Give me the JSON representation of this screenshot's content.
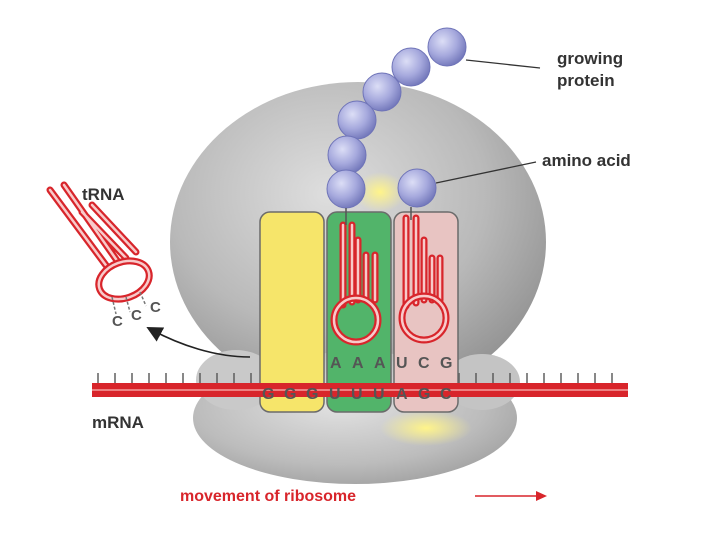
{
  "labels": {
    "growing_protein_line1": "growing",
    "growing_protein_line2": "protein",
    "amino_acid": "amino acid",
    "trna": "tRNA",
    "mrna": "mRNA",
    "caption": "movement of ribosome"
  },
  "codons": {
    "mrna_bases": [
      "G",
      "G",
      "G",
      "U",
      "U",
      "U",
      "A",
      "G",
      "C"
    ],
    "anticodon_green": [
      "A",
      "A",
      "A"
    ],
    "anticodon_pink": [
      "U",
      "C",
      "G"
    ],
    "exiting_trna_bases": [
      "C",
      "C",
      "C"
    ]
  },
  "colors": {
    "ribosome": "#b5b5b5",
    "mrna": "#d8252b",
    "site_yellow": "#f6e56a",
    "site_green": "#52b46a",
    "site_pink": "#e8c4c2",
    "amino_acid": "#a6a9dd",
    "caption": "#d8252b"
  }
}
